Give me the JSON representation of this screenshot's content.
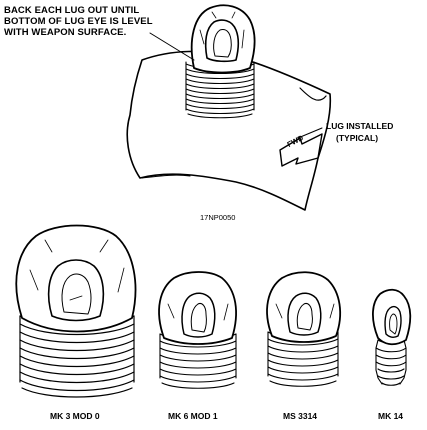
{
  "callouts": {
    "back_out_line1": "BACK EACH LUG OUT UNTIL",
    "back_out_line2": "BOTTOM OF LUG EYE IS LEVEL",
    "back_out_line3": "WITH WEAPON SURFACE.",
    "installed_line1": "LUG INSTALLED",
    "installed_line2": "(TYPICAL)",
    "fwd": "FWD"
  },
  "figure_number": "17NP0050",
  "lugs": [
    {
      "label": "MK 3 MOD 0"
    },
    {
      "label": "MK 6 MOD 1"
    },
    {
      "label": "MS 3314"
    },
    {
      "label": "MK 14"
    }
  ],
  "colors": {
    "ink": "#000000",
    "paper": "#ffffff"
  }
}
